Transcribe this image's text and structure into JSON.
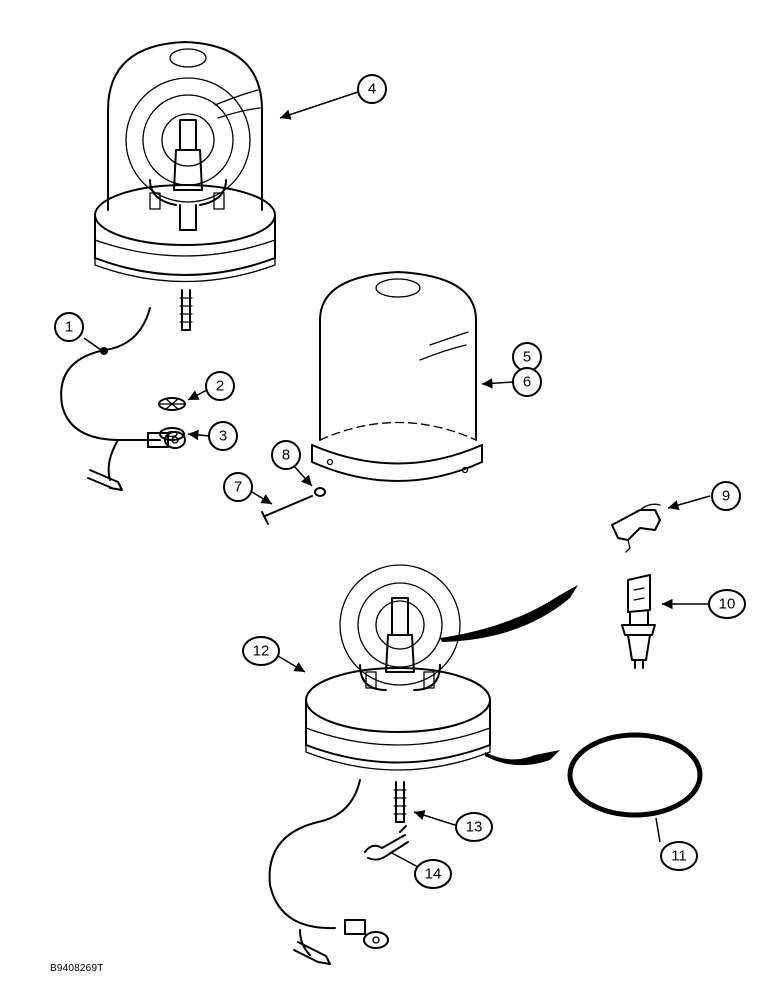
{
  "figure_code": "B9408269T",
  "callouts": [
    "1",
    "2",
    "3",
    "4",
    "5",
    "6",
    "7",
    "8",
    "9",
    "10",
    "11",
    "12",
    "13",
    "14"
  ]
}
